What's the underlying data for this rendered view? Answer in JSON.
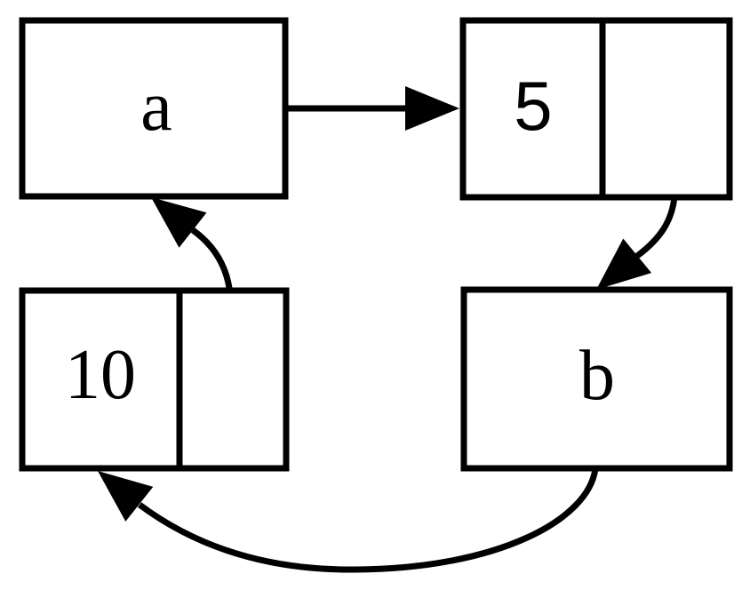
{
  "diagram": {
    "type": "linked-list-memory-diagram",
    "colors": {
      "background": "#ffffff",
      "stroke": "#000000",
      "text": "#000000"
    },
    "variables": [
      {
        "id": "a",
        "label": "a"
      },
      {
        "id": "b",
        "label": "b"
      }
    ],
    "record_nodes": [
      {
        "id": "node1",
        "value": "5",
        "next_field": ""
      },
      {
        "id": "node2",
        "value": "10",
        "next_field": ""
      }
    ],
    "edges": [
      {
        "from": "a",
        "to": "node1.value",
        "style": "straight-right-arrow"
      },
      {
        "from": "node1.next",
        "to": "b",
        "style": "curved-down-left-arrow"
      },
      {
        "from": "node2.next",
        "to": "a",
        "style": "curved-up-left-arrow"
      },
      {
        "from": "b",
        "to": "node2",
        "style": "long-curve-bottom-left-arrow"
      }
    ]
  }
}
